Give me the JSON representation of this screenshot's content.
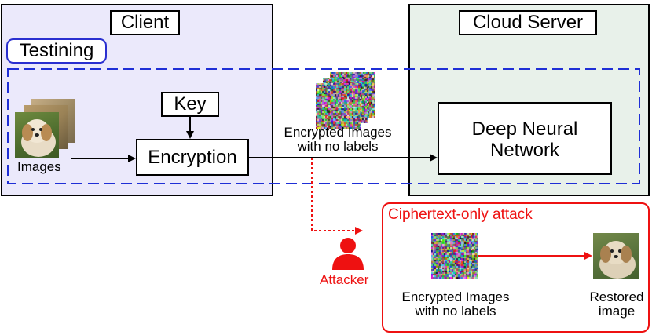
{
  "client": {
    "title": "Client"
  },
  "cloud": {
    "title": "Cloud Server"
  },
  "phase": {
    "label": "Testining"
  },
  "key": {
    "label": "Key"
  },
  "encryption": {
    "label": "Encryption"
  },
  "images": {
    "label": "Images"
  },
  "dnn": {
    "line1": "Deep Neural",
    "line2": "Network"
  },
  "encrypted_mid": {
    "line1": "Encrypted Images",
    "line2": "with no labels"
  },
  "attacker": {
    "label": "Attacker"
  },
  "attack_box": {
    "title": "Ciphertext-only attack",
    "encrypted_line1": "Encrypted Images",
    "encrypted_line2": "with no labels",
    "restored_line1": "Restored",
    "restored_line2": "image"
  },
  "colors": {
    "client_bg": "#ebe9fb",
    "cloud_bg": "#e8f1ea",
    "dashed_blue": "#1f2fd6",
    "phase_border": "#2a2fd0",
    "attack_red": "#ee1111"
  }
}
